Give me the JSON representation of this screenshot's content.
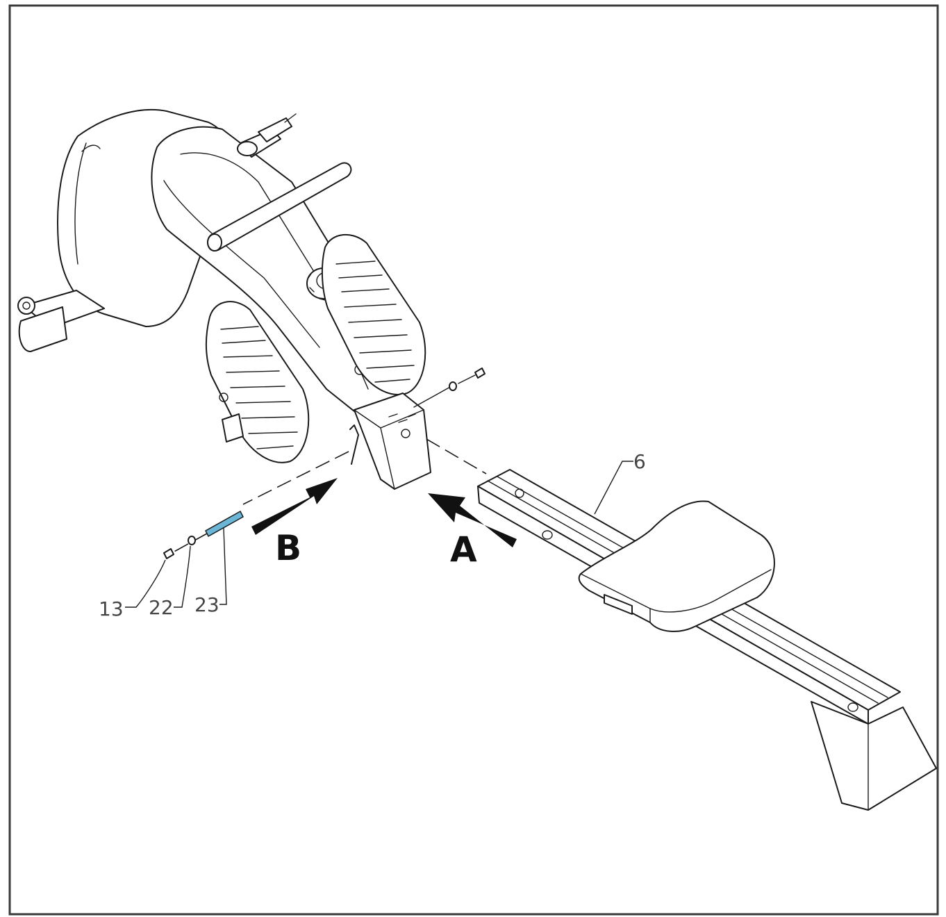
{
  "diagram": {
    "part_labels": {
      "rail": "6",
      "bolt": "13",
      "washer": "22",
      "axle_tube": "23"
    },
    "step_labels": {
      "a": "A",
      "b": "B"
    },
    "colors": {
      "axle_tube": "#6bb6d6",
      "line_art": "#1a1a1a",
      "frame": "#3a3a3a"
    }
  }
}
